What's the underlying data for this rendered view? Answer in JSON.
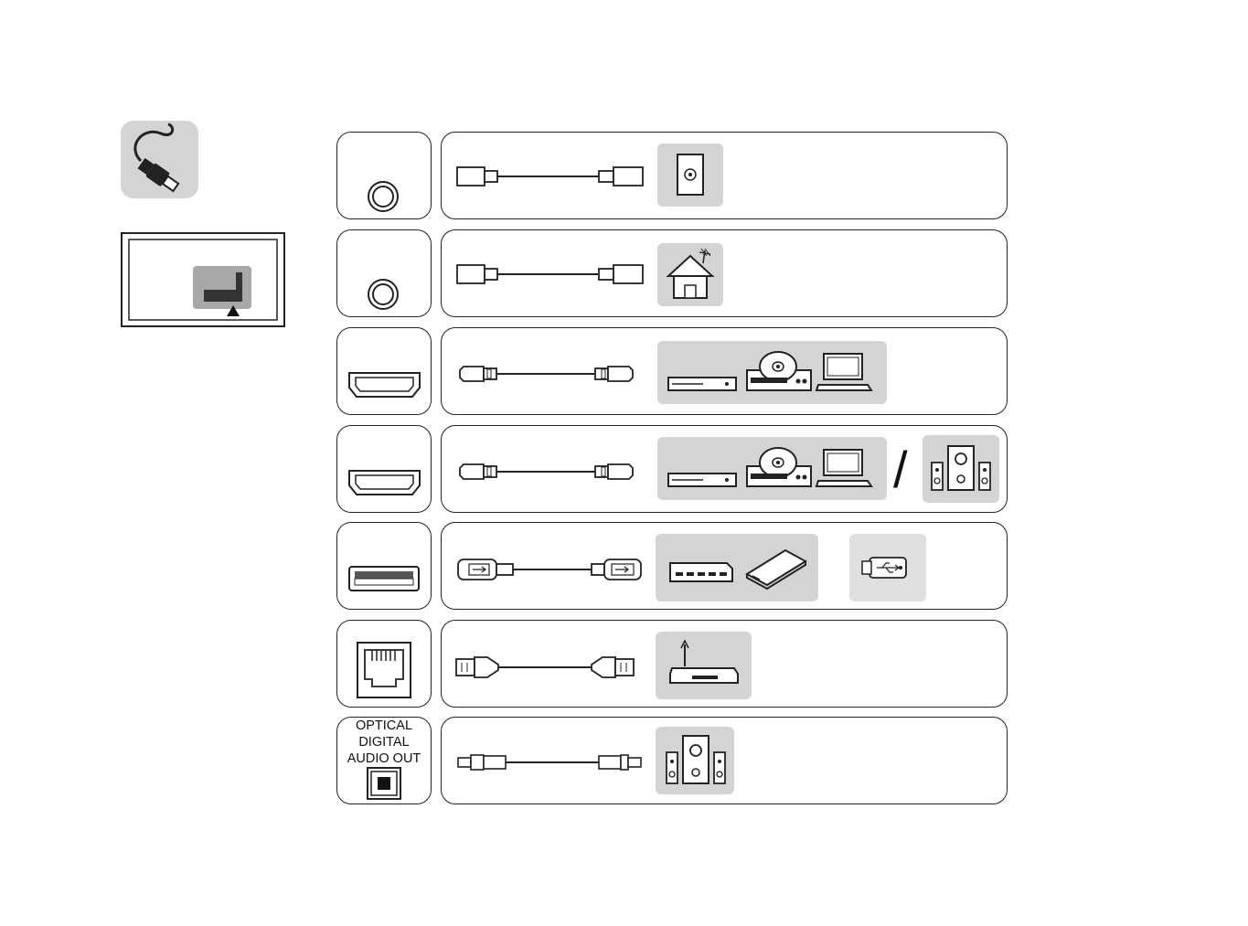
{
  "ports": [
    {
      "id": "antenna-1",
      "icon": "coax-port-icon",
      "device_icons": [
        "wall-antenna-outlet-icon"
      ]
    },
    {
      "id": "antenna-2",
      "icon": "coax-port-icon",
      "device_icons": [
        "house-antenna-icon"
      ]
    },
    {
      "id": "hdmi-1",
      "icon": "hdmi-port-icon",
      "device_icons": [
        "set-top-box-icon",
        "dvd-player-icon",
        "laptop-icon"
      ]
    },
    {
      "id": "hdmi-2",
      "icon": "hdmi-port-icon",
      "device_icons": [
        "set-top-box-icon",
        "dvd-player-icon",
        "laptop-icon",
        "speaker-system-icon"
      ]
    },
    {
      "id": "usb",
      "icon": "usb-port-icon",
      "device_icons": [
        "usb-hub-icon",
        "external-hdd-icon",
        "usb-flash-drive-icon"
      ]
    },
    {
      "id": "lan",
      "icon": "lan-port-icon",
      "device_icons": [
        "router-icon"
      ]
    },
    {
      "id": "optical",
      "icon": "optical-port-icon",
      "label": "OPTICAL\nDIGITAL\nAUDIO OUT",
      "device_icons": [
        "speaker-system-icon"
      ]
    }
  ],
  "separator": "/",
  "header_icons": [
    "cable-plug-icon",
    "tv-rear-panel-icon"
  ],
  "colors": {
    "panel_gray": "#d4d4d4",
    "stroke": "#222222"
  }
}
